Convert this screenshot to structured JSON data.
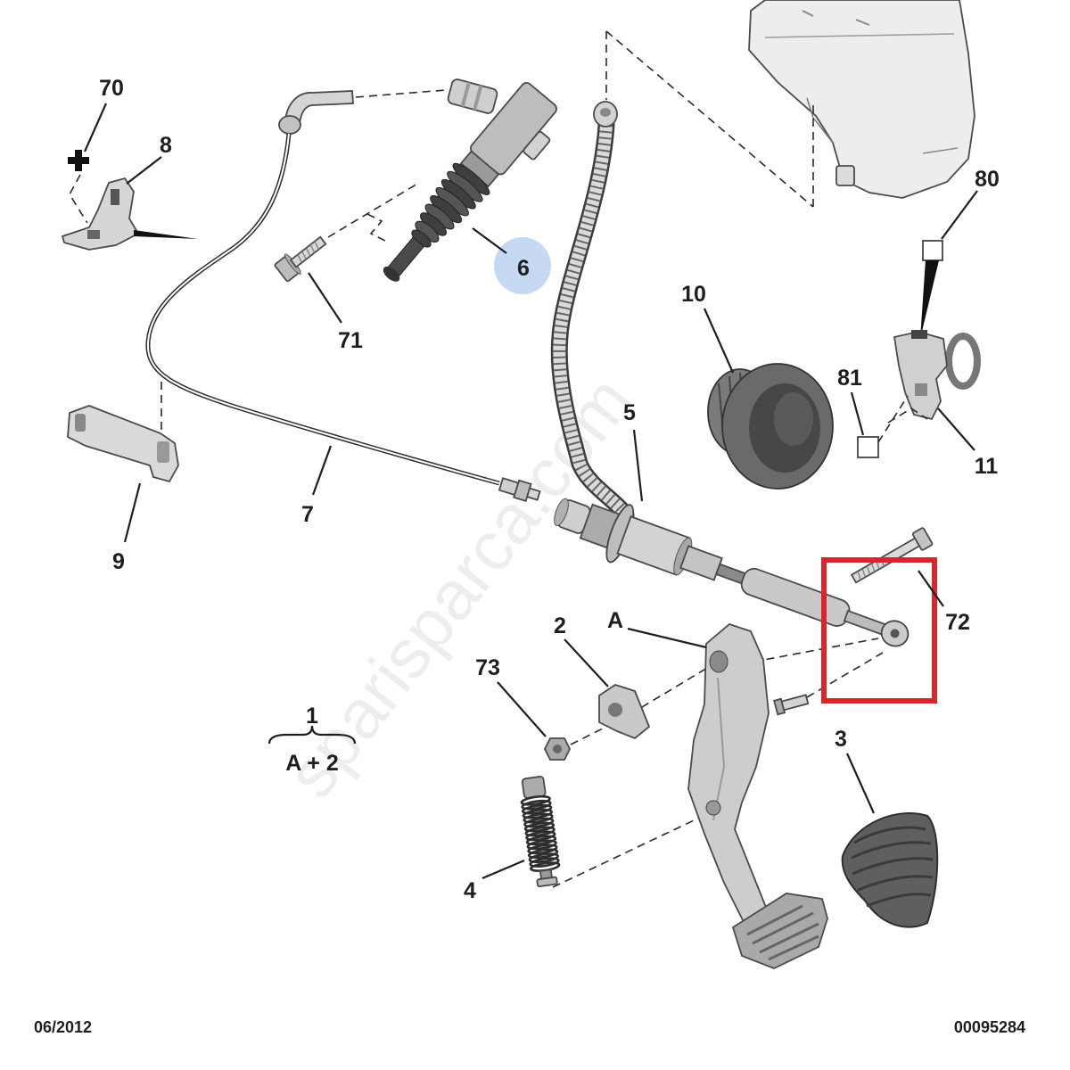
{
  "callouts": {
    "c70": "70",
    "c8": "8",
    "c6": "6",
    "c71": "71",
    "c7": "7",
    "c9": "9",
    "c10": "10",
    "c81": "81",
    "c80": "80",
    "c11": "11",
    "c5": "5",
    "c72": "72",
    "cA": "A",
    "c2": "2",
    "c73": "73",
    "c1": "1",
    "cA2": "A + 2",
    "c3": "3",
    "c4": "4"
  },
  "footer": {
    "date": "06/2012",
    "reference": "00095284"
  },
  "watermark": "sparisparca.com",
  "colors": {
    "highlight_box": "#d7262c",
    "selected_callout": "#c6d9f2"
  }
}
